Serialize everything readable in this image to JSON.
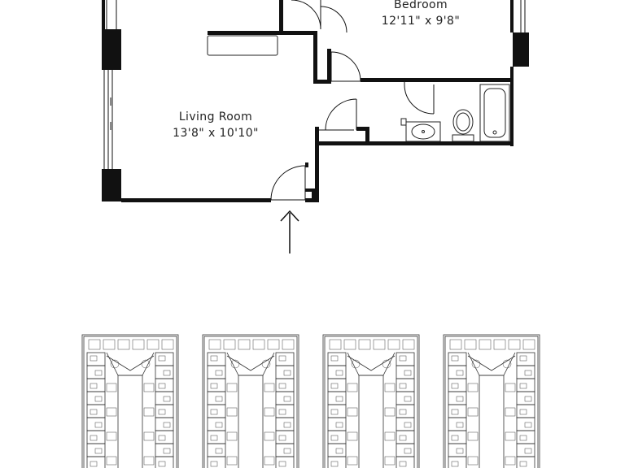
{
  "rooms": {
    "bedroom": {
      "name": "Bedroom",
      "dims": "12'11\" x 9'8\""
    },
    "living_room": {
      "name": "Living Room",
      "dims": "13'8\" x 10'10\""
    }
  },
  "entry_marker": "arrow-up-icon",
  "key_plans": [
    "building-key-plan-1",
    "building-key-plan-2",
    "building-key-plan-3",
    "building-key-plan-4"
  ]
}
